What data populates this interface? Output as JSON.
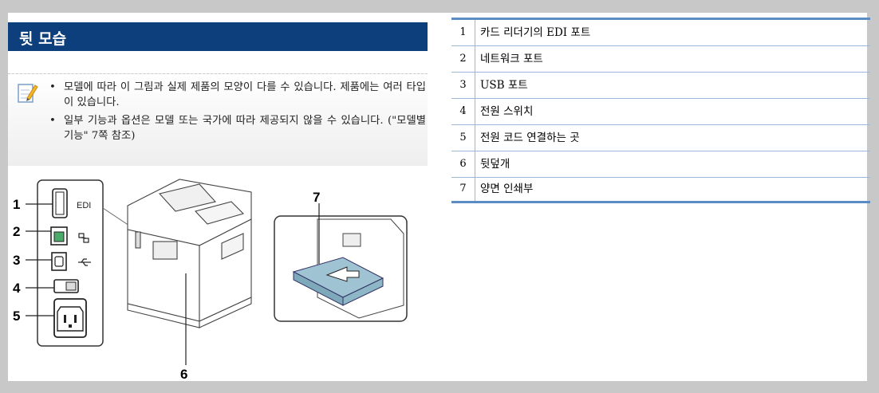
{
  "section": {
    "title": "뒷 모습"
  },
  "notes": [
    "모델에 따라 이 그림과 실제 제품의 모양이 다를 수 있습니다. 제품에는 여러 타입이 있습니다.",
    "일부 기능과 옵션은 모델 또는 국가에 따라 제공되지 않을 수 있습니다. (\"모델별 기능\" 7쪽 참조)"
  ],
  "figure": {
    "callouts": [
      "1",
      "2",
      "3",
      "4",
      "5",
      "6",
      "7"
    ],
    "port_label_edi": "EDI"
  },
  "parts": [
    {
      "num": "1",
      "label": "카드 리더기의 EDI 포트"
    },
    {
      "num": "2",
      "label": "네트워크 포트"
    },
    {
      "num": "3",
      "label": "USB 포트"
    },
    {
      "num": "4",
      "label": "전원 스위치"
    },
    {
      "num": "5",
      "label": "전원 코드 연결하는 곳"
    },
    {
      "num": "6",
      "label": "뒷덮개"
    },
    {
      "num": "7",
      "label": "양면 인쇄부"
    }
  ],
  "colors": {
    "title_bar": "#0d3f7c",
    "table_rule": "#5b8dc4",
    "duplex_unit": "#9fc3d2"
  }
}
